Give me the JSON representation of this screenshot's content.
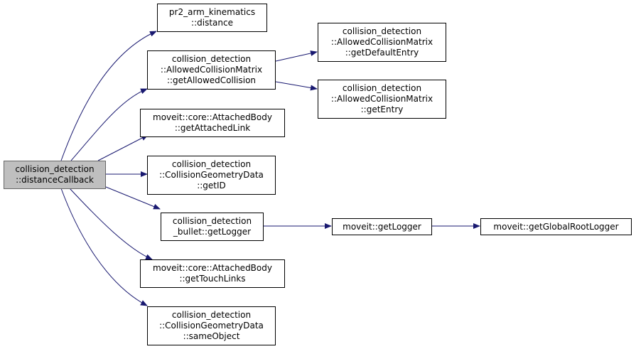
{
  "colors": {
    "edge": "#191970",
    "root_fill": "#bfbfbf",
    "node_border": "#000000"
  },
  "nodes": {
    "root": {
      "lines": [
        "collision_detection",
        "::distanceCallback"
      ]
    },
    "distance": {
      "lines": [
        "pr2_arm_kinematics",
        "::distance"
      ]
    },
    "getAllowed": {
      "lines": [
        "collision_detection",
        "::AllowedCollisionMatrix",
        "::getAllowedCollision"
      ]
    },
    "getDefault": {
      "lines": [
        "collision_detection",
        "::AllowedCollisionMatrix",
        "::getDefaultEntry"
      ]
    },
    "getEntry": {
      "lines": [
        "collision_detection",
        "::AllowedCollisionMatrix",
        "::getEntry"
      ]
    },
    "attachedLink": {
      "lines": [
        "moveit::core::AttachedBody",
        "::getAttachedLink"
      ]
    },
    "getID": {
      "lines": [
        "collision_detection",
        "::CollisionGeometryData",
        "::getID"
      ]
    },
    "bulletLogger": {
      "lines": [
        "collision_detection",
        "_bullet::getLogger"
      ]
    },
    "moveitLogger": {
      "lines": [
        "moveit::getLogger"
      ]
    },
    "rootLogger": {
      "lines": [
        "moveit::getGlobalRootLogger"
      ]
    },
    "touchLinks": {
      "lines": [
        "moveit::core::AttachedBody",
        "::getTouchLinks"
      ]
    },
    "sameObject": {
      "lines": [
        "collision_detection",
        "::CollisionGeometryData",
        "::sameObject"
      ]
    }
  }
}
